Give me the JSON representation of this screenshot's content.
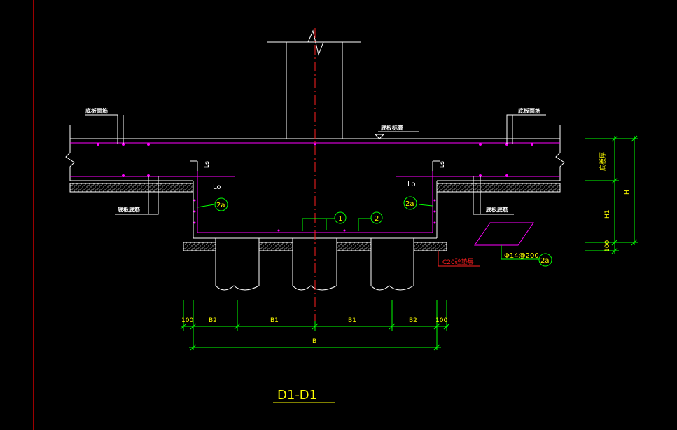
{
  "drawing": {
    "title": "D1-D1",
    "labels": {
      "slab_top_left": "底板面筋",
      "slab_top_right": "底板面筋",
      "slab_elevation": "底板标高",
      "slab_bottom_left": "底板底筋",
      "slab_bottom_right": "底板底筋",
      "slab_thickness": "底板厚",
      "anchorage_ls_left": "Ls",
      "anchorage_ls_right": "Ls",
      "anchorage_lo_left": "Lo",
      "anchorage_lo_right": "Lo",
      "tag_1": "1",
      "tag_2": "2",
      "tag_2a_left": "2a",
      "tag_2a_mid": "2a",
      "tag_2a_right": "2a",
      "cushion": "C20砼垫层",
      "rebar_spec": "Φ14@200"
    },
    "dimensions": {
      "bottom": [
        "100",
        "B2",
        "B1",
        "B1",
        "B2",
        "100"
      ],
      "total": "B",
      "right_h": "H",
      "right_h1": "H1",
      "right_100": "100"
    }
  },
  "colors": {
    "background": "#000000",
    "structure": "#ffffff",
    "rebar": "#ff00ff",
    "dimension": "#00ff00",
    "text": "#ffff00",
    "centerline": "#ff0000",
    "border": "#ff0000"
  }
}
